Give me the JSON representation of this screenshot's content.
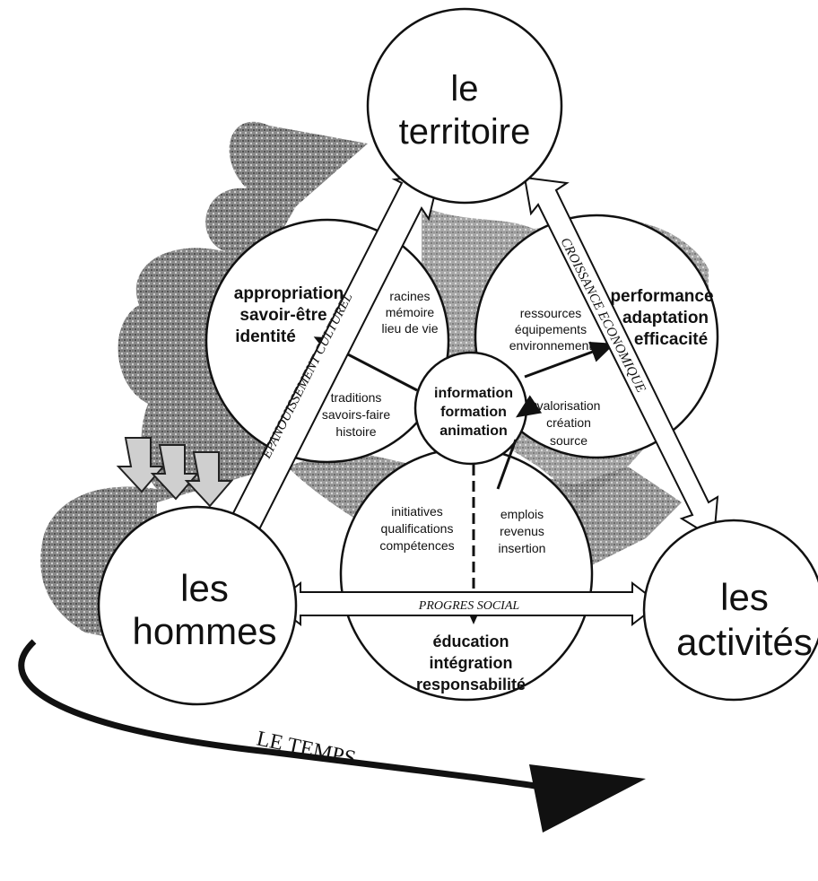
{
  "nodes": {
    "territoire": {
      "line1": "le",
      "line2": "territoire"
    },
    "hommes": {
      "line1": "les",
      "line2": "hommes"
    },
    "activites": {
      "line1": "les",
      "line2": "activités"
    }
  },
  "center": {
    "line1": "information",
    "line2": "formation",
    "line3": "animation"
  },
  "arrows": {
    "left": "EPANOUISSEMENT CULTUREL",
    "right": "CROISSANCE ECONOMIQUE",
    "bottom": "PROGRES SOCIAL"
  },
  "left_circle": {
    "outer": [
      "appropriation",
      "savoir-être",
      "identité"
    ],
    "top_inner": [
      "racines",
      "mémoire",
      "lieu de vie"
    ],
    "bottom_inner": [
      "traditions",
      "savoirs-faire",
      "histoire"
    ]
  },
  "right_circle": {
    "outer": [
      "performance",
      "adaptation",
      "efficacité"
    ],
    "top_inner": [
      "ressources",
      "équipements",
      "environnement"
    ],
    "bottom_inner": [
      "valorisation",
      "création",
      "source"
    ]
  },
  "bottom_circle": {
    "left_inner": [
      "initiatives",
      "qualifications",
      "compétences"
    ],
    "right_inner": [
      "emplois",
      "revenus",
      "insertion"
    ],
    "outer": [
      "éducation",
      "intégration",
      "responsabilité"
    ]
  },
  "time_label": "LE TEMPS",
  "colors": {
    "ink": "#111111",
    "shadow": "#6e6e6e",
    "paper": "#ffffff"
  }
}
